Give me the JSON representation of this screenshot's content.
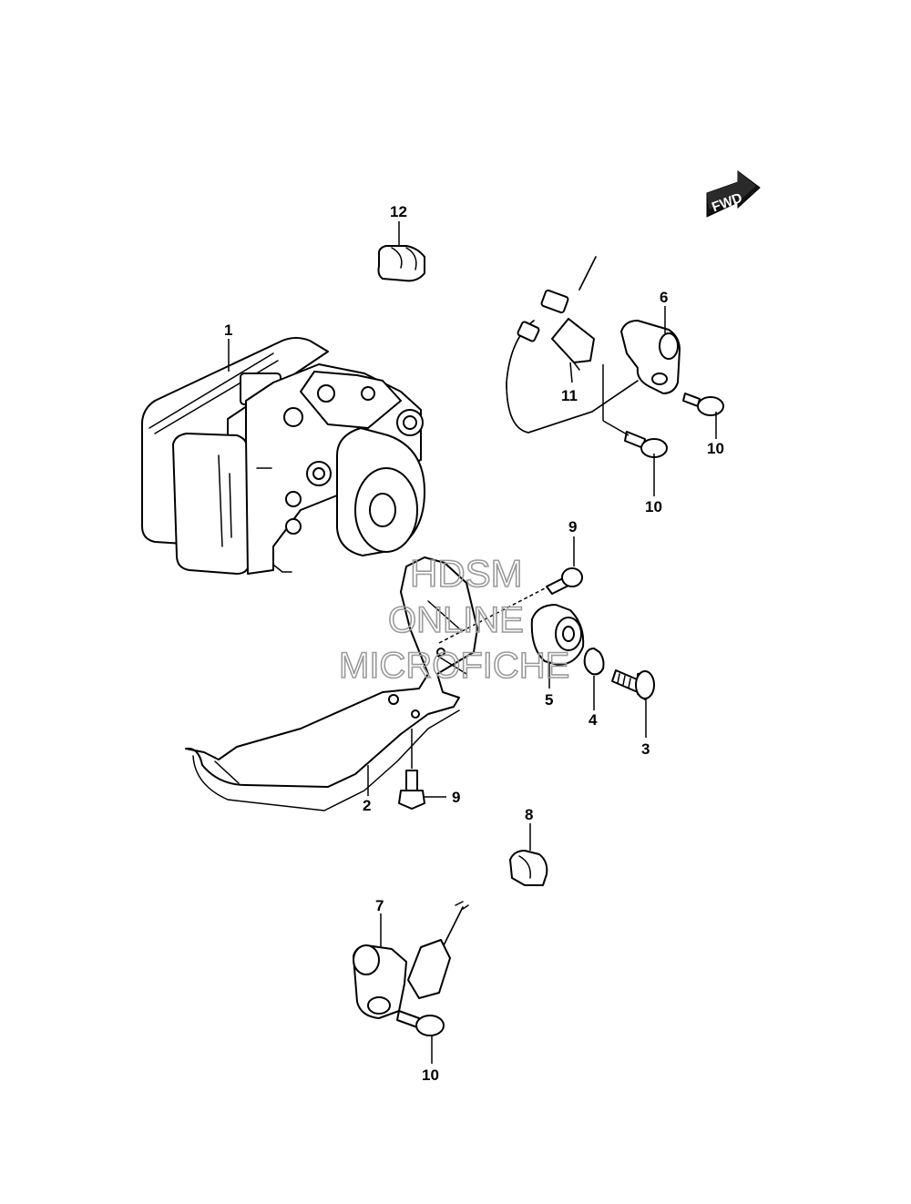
{
  "diagram": {
    "direction_badge": "FWD",
    "callouts": [
      {
        "id": "c1",
        "label": "1"
      },
      {
        "id": "c2",
        "label": "2"
      },
      {
        "id": "c3",
        "label": "3"
      },
      {
        "id": "c4",
        "label": "4"
      },
      {
        "id": "c5",
        "label": "5"
      },
      {
        "id": "c6",
        "label": "6"
      },
      {
        "id": "c7",
        "label": "7"
      },
      {
        "id": "c8",
        "label": "8"
      },
      {
        "id": "c9a",
        "label": "9"
      },
      {
        "id": "c9b",
        "label": "9"
      },
      {
        "id": "c10a",
        "label": "10"
      },
      {
        "id": "c10b",
        "label": "10"
      },
      {
        "id": "c10c",
        "label": "10"
      },
      {
        "id": "c11",
        "label": "11"
      },
      {
        "id": "c12",
        "label": "12"
      }
    ]
  },
  "watermark": {
    "line1": "HDSM",
    "line2": "ONLINE",
    "line3": "MICROFICHE"
  }
}
